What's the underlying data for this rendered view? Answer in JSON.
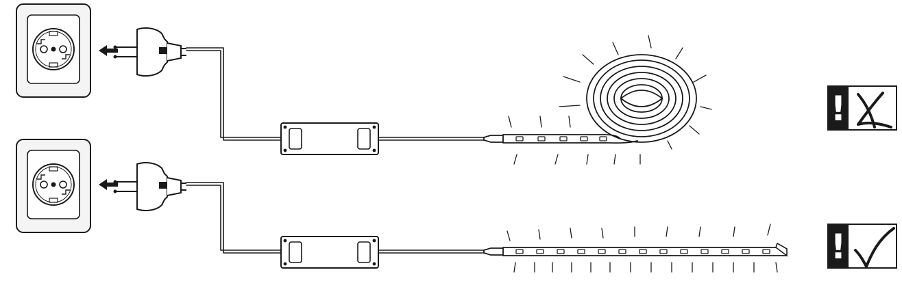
{
  "scenarios": [
    {
      "id": "coiled",
      "strip_state": "coiled",
      "verdict": "wrong",
      "verdict_icon": "warning-cross-icon",
      "verdict_mark": "✗"
    },
    {
      "id": "unrolled",
      "strip_state": "unrolled",
      "verdict": "correct",
      "verdict_icon": "warning-check-icon",
      "verdict_mark": "✓"
    }
  ],
  "warning_symbol": "!",
  "colors": {
    "line": "#1a1a1a",
    "outlet_face": "#f2f2f2",
    "background": "#ffffff"
  }
}
